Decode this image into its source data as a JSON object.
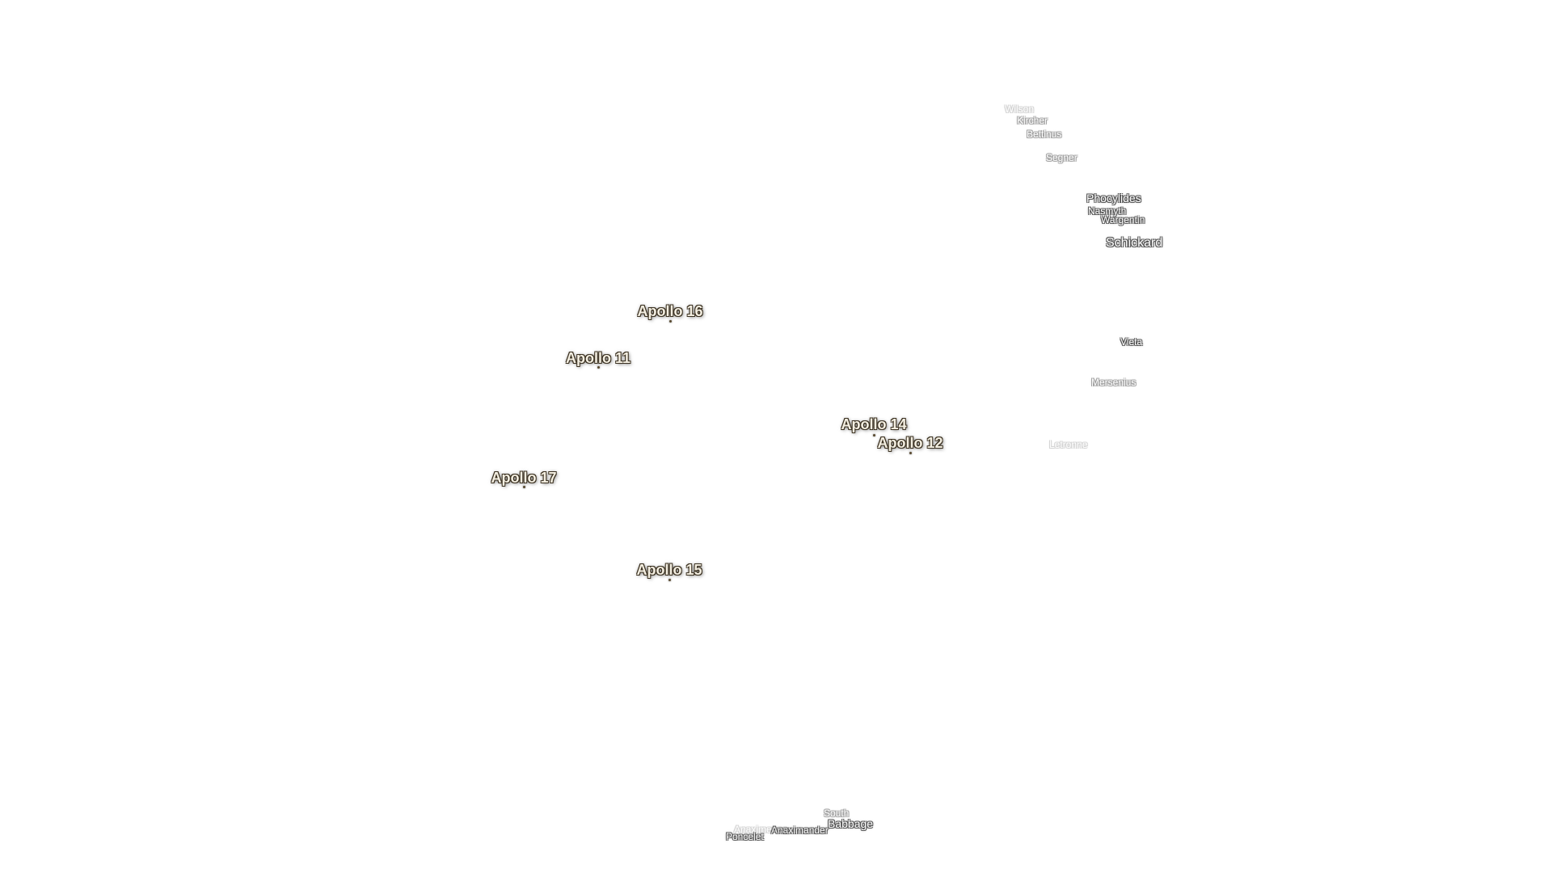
{
  "map": {
    "background": "#ffffff",
    "apollo_color": "#f4efe2",
    "apollo_sites": [
      {
        "label": "Apollo 16"
      },
      {
        "label": "Apollo 11"
      },
      {
        "label": "Apollo 14"
      },
      {
        "label": "Apollo 12"
      },
      {
        "label": "Apollo 17"
      },
      {
        "label": "Apollo 15"
      }
    ],
    "craters": [
      {
        "label": "Wilson"
      },
      {
        "label": "Kircher"
      },
      {
        "label": "Bettinus"
      },
      {
        "label": "Segner"
      },
      {
        "label": "Phocylides"
      },
      {
        "label": "Nasmyth"
      },
      {
        "label": "Wargentin"
      },
      {
        "label": "Schickard"
      },
      {
        "label": "Vieta"
      },
      {
        "label": "Mersenius"
      },
      {
        "label": "Letronne"
      },
      {
        "label": "South"
      },
      {
        "label": "Babbage"
      },
      {
        "label": "Anaximander"
      },
      {
        "label": "Anaximenes"
      },
      {
        "label": "Poncelet"
      }
    ]
  }
}
